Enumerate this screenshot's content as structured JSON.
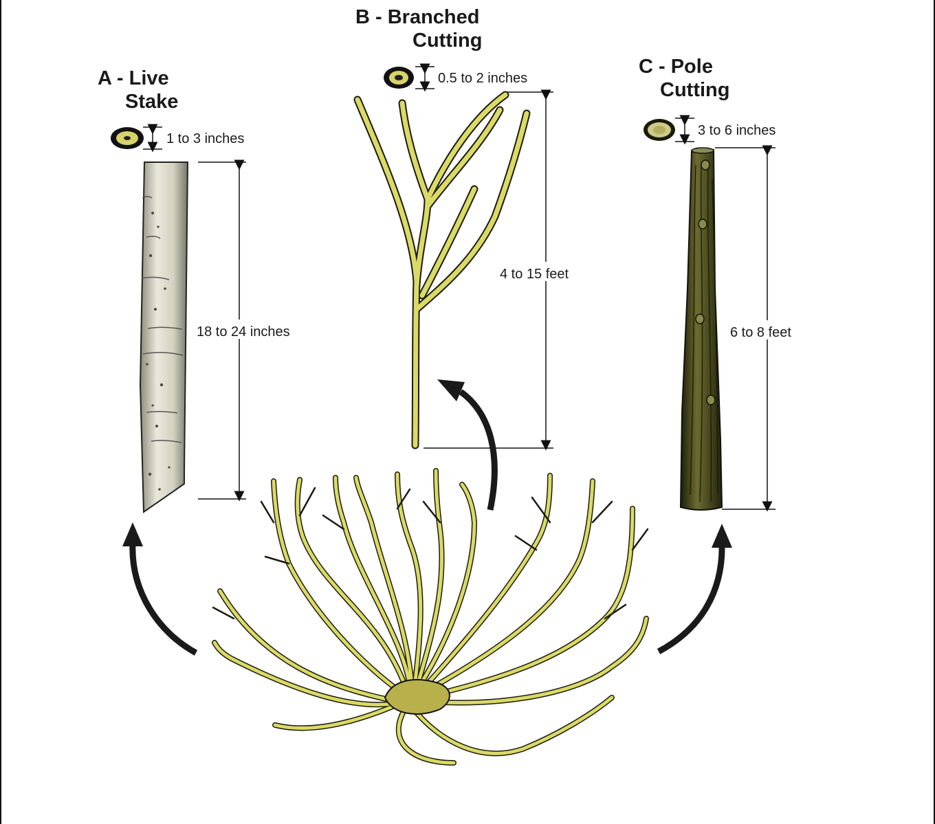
{
  "cuttings": {
    "a": {
      "title_line1": "A - Live",
      "title_line2": "Stake",
      "diameter": "1 to 3 inches",
      "length": "18 to 24 inches"
    },
    "b": {
      "title_line1": "B - Branched",
      "title_line2": "Cutting",
      "diameter": "0.5 to 2 inches",
      "length": "4 to 15 feet"
    },
    "c": {
      "title_line1": "C - Pole",
      "title_line2": "Cutting",
      "diameter": "3 to 6 inches",
      "length": "6 to 8 feet"
    }
  },
  "colors": {
    "stake_bark": "#d9d8c8",
    "branch": "#d8d86a",
    "pole_bark": "#4a4a1e",
    "arrow": "#1a1a1a"
  }
}
